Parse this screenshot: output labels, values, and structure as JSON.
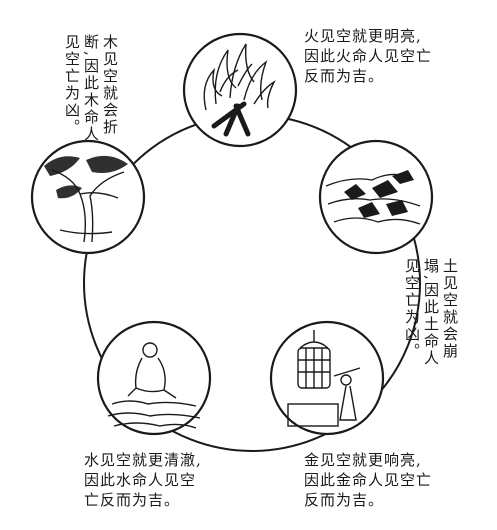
{
  "elements": [
    {
      "id": "fire",
      "lines": [
        "火见空就更明亮,",
        "因此火命人见空亡",
        "反而为吉。"
      ]
    },
    {
      "id": "earth",
      "lines": [
        "土见空就会崩",
        "塌,因此土命人",
        "见空亡为凶。"
      ]
    },
    {
      "id": "metal",
      "lines": [
        "金见空就更响亮,",
        "因此金命人见空亡",
        "反而为吉。"
      ]
    },
    {
      "id": "water",
      "lines": [
        "水见空就更清澈,",
        "因此水命人见空",
        "亡反而为吉。"
      ]
    },
    {
      "id": "wood",
      "lines": [
        "木见空就会折",
        "断,因此木命人",
        "见空亡为凶。"
      ]
    }
  ],
  "colors": {
    "ink": "#1a1a1a",
    "paper": "#ffffff"
  }
}
